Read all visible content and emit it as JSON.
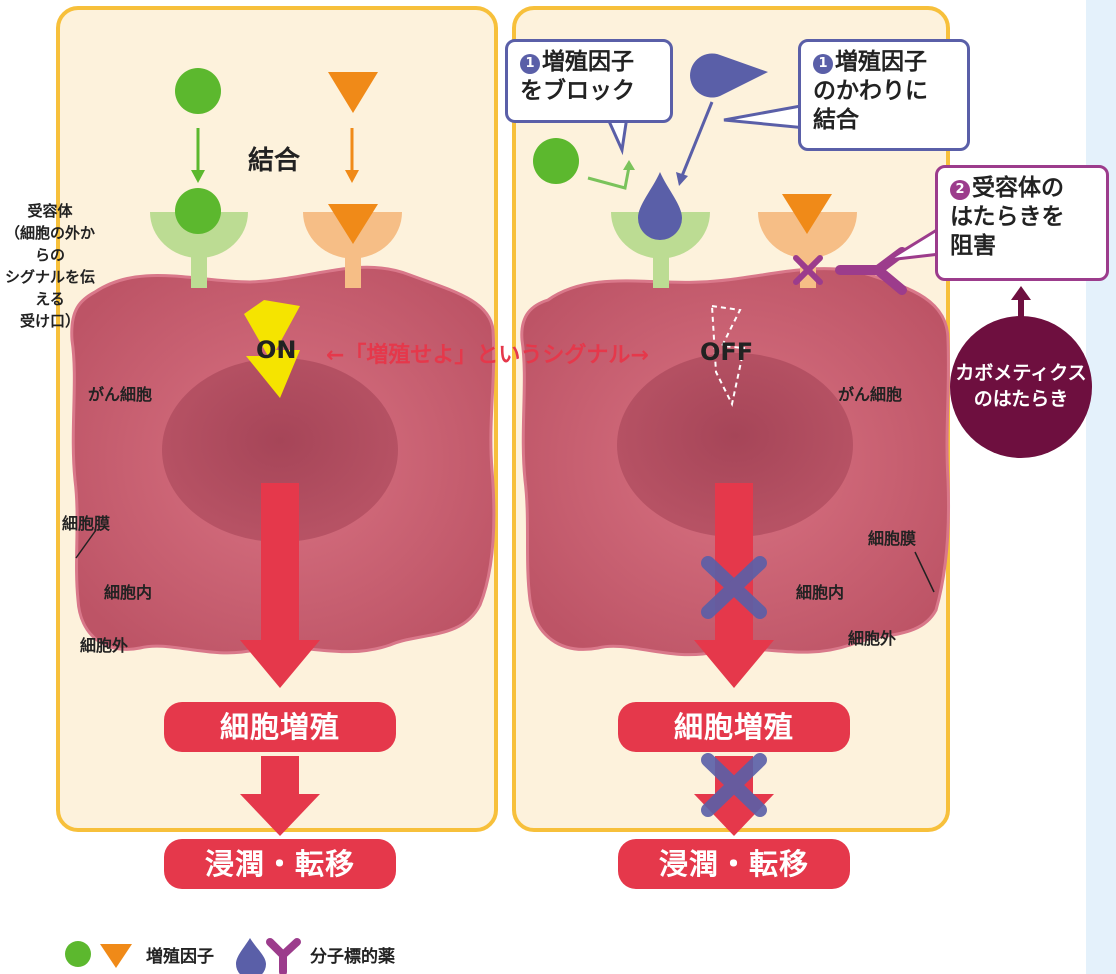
{
  "labels": {
    "binding": "結合",
    "receptor": "受容体\n（細胞の外からの\nシグナルを伝える\n受け口）",
    "cancer_cell_left": "がん細胞",
    "cancer_cell_right": "がん細胞",
    "membrane_left": "細胞膜",
    "membrane_right": "細胞膜",
    "inside_left": "細胞内",
    "inside_right": "細胞内",
    "outside_left": "細胞外",
    "outside_right": "細胞外",
    "on": "ON",
    "off": "OFF",
    "signal": "←「増殖せよ」というシグナル→"
  },
  "callouts": {
    "block_num": "1",
    "block_text": "増殖因子\nをブロック",
    "bind_num": "1",
    "bind_text": "増殖因子\nのかわりに\n結合",
    "receptor_num": "2",
    "receptor_text": "受容体の\nはたらきを\n阻害"
  },
  "circle_text": "カボメティクス\nのはたらき",
  "pills": {
    "left_prolif": "細胞増殖",
    "left_invasion": "浸潤・転移",
    "right_prolif": "細胞増殖",
    "right_invasion": "浸潤・転移"
  },
  "legend": {
    "growth_factor": "増殖因子",
    "targeted_drug": "分子標的薬"
  },
  "colors": {
    "panel_border": "#f7c03b",
    "panel_bg": "#fdf2dc",
    "cell": "#c75a6a",
    "nucleus": "#a9485a",
    "arrow_red": "#e5384b",
    "green": "#5cb82e",
    "orange": "#f08a18",
    "drug_blue": "#5a5fa8",
    "drug_purple": "#9c3c8c",
    "circle": "#6e0f3f",
    "lightning": "#f5e400"
  }
}
